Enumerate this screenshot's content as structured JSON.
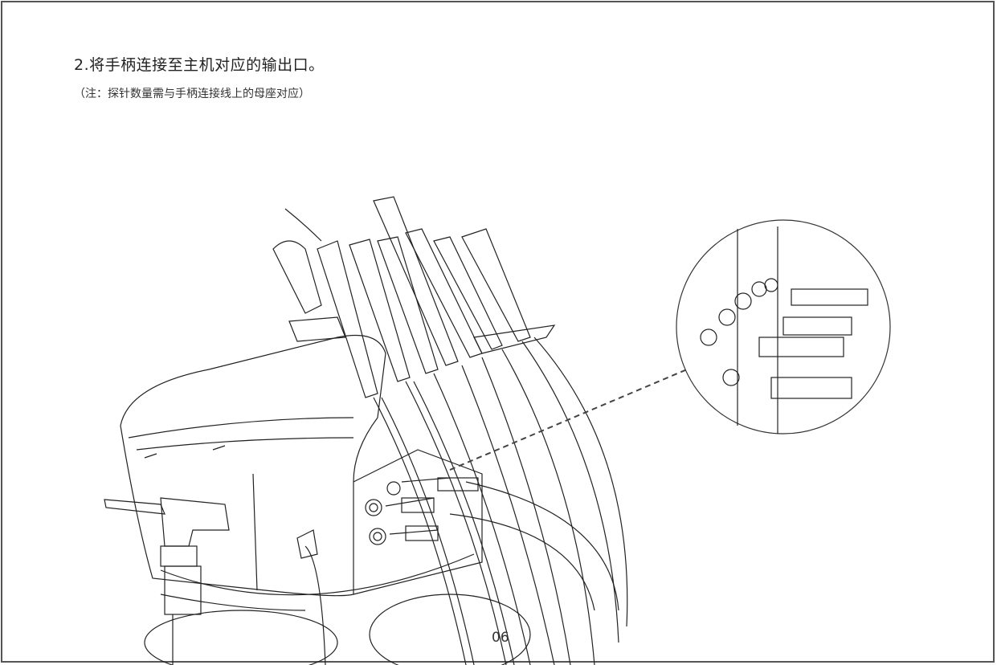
{
  "instruction": {
    "step": "2.将手柄连接至主机对应的输出口。",
    "note": "（注：探针数量需与手柄连接线上的母座对应）"
  },
  "page_number": "06"
}
